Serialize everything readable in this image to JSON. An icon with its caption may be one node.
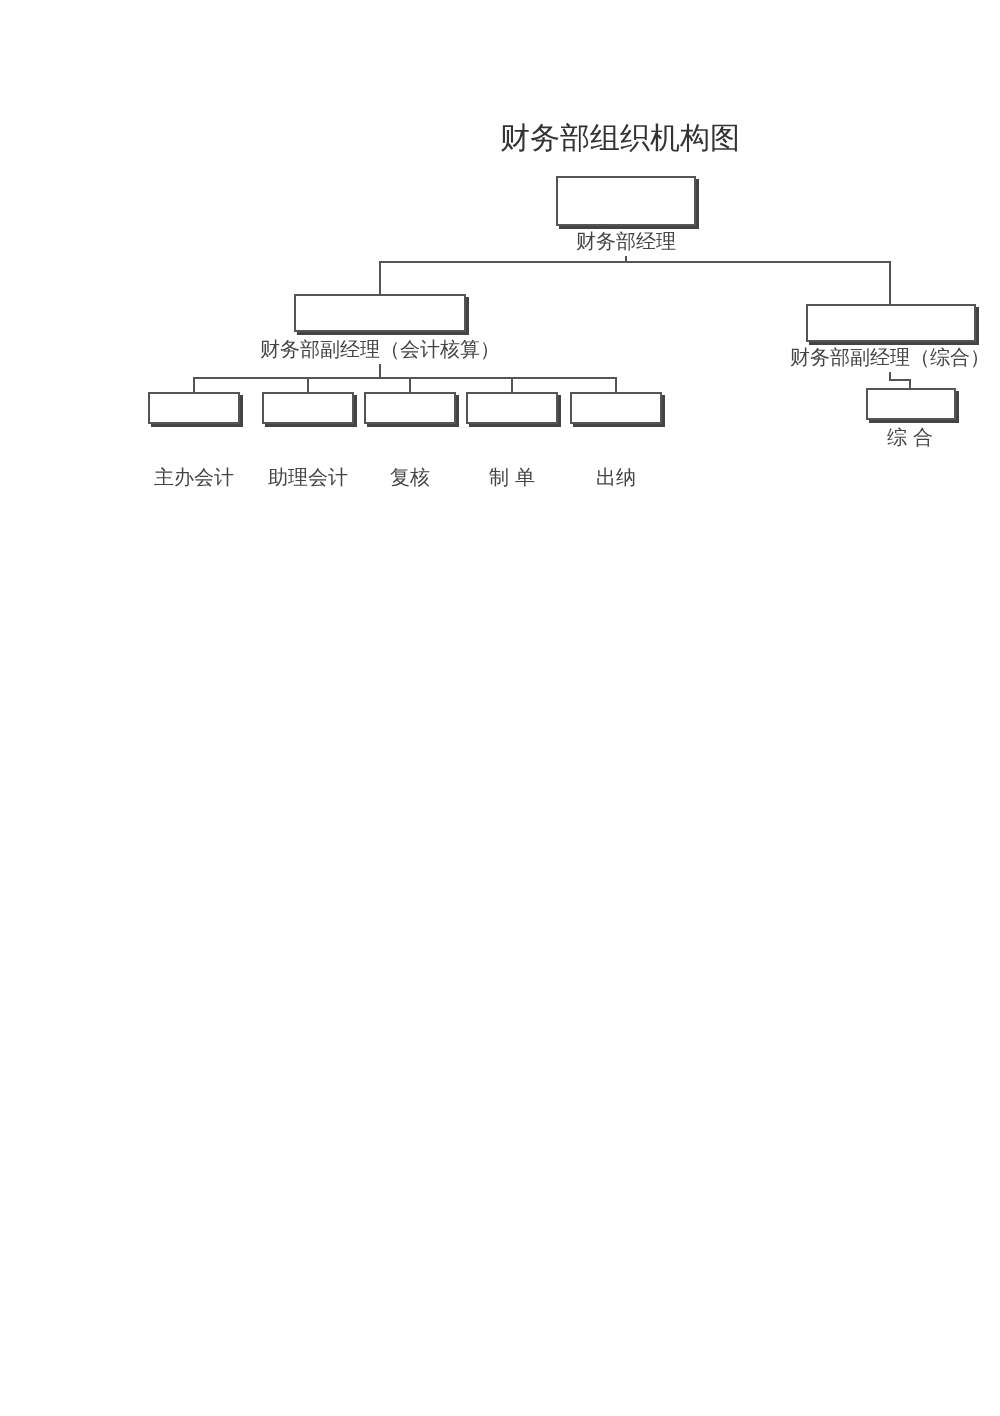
{
  "diagram": {
    "title": "财务部组织机构图",
    "nodes": [
      {
        "text": [
          "财务部经理"
        ]
      },
      {
        "text": [
          "财务部副经理（会计核算）"
        ]
      },
      {
        "text": [
          "财务部副经理（综合）"
        ]
      },
      {
        "text": [
          "主办会计"
        ]
      },
      {
        "text": [
          "助理会计"
        ]
      },
      {
        "text": [
          "复核"
        ]
      },
      {
        "text": [
          "制 单"
        ]
      },
      {
        "text": [
          "出纳"
        ]
      },
      {
        "text": [
          "综 合"
        ]
      }
    ],
    "edges": [
      {
        "from": 0,
        "to": 1,
        "arrow": "none"
      },
      {
        "from": 0,
        "to": 2,
        "arrow": "none"
      },
      {
        "from": 1,
        "to": 3,
        "arrow": "none"
      },
      {
        "from": 1,
        "to": 4,
        "arrow": "none"
      },
      {
        "from": 1,
        "to": 5,
        "arrow": "none"
      },
      {
        "from": 1,
        "to": 6,
        "arrow": "none"
      },
      {
        "from": 1,
        "to": 7,
        "arrow": "none"
      },
      {
        "from": 2,
        "to": 8,
        "arrow": "none"
      }
    ]
  }
}
